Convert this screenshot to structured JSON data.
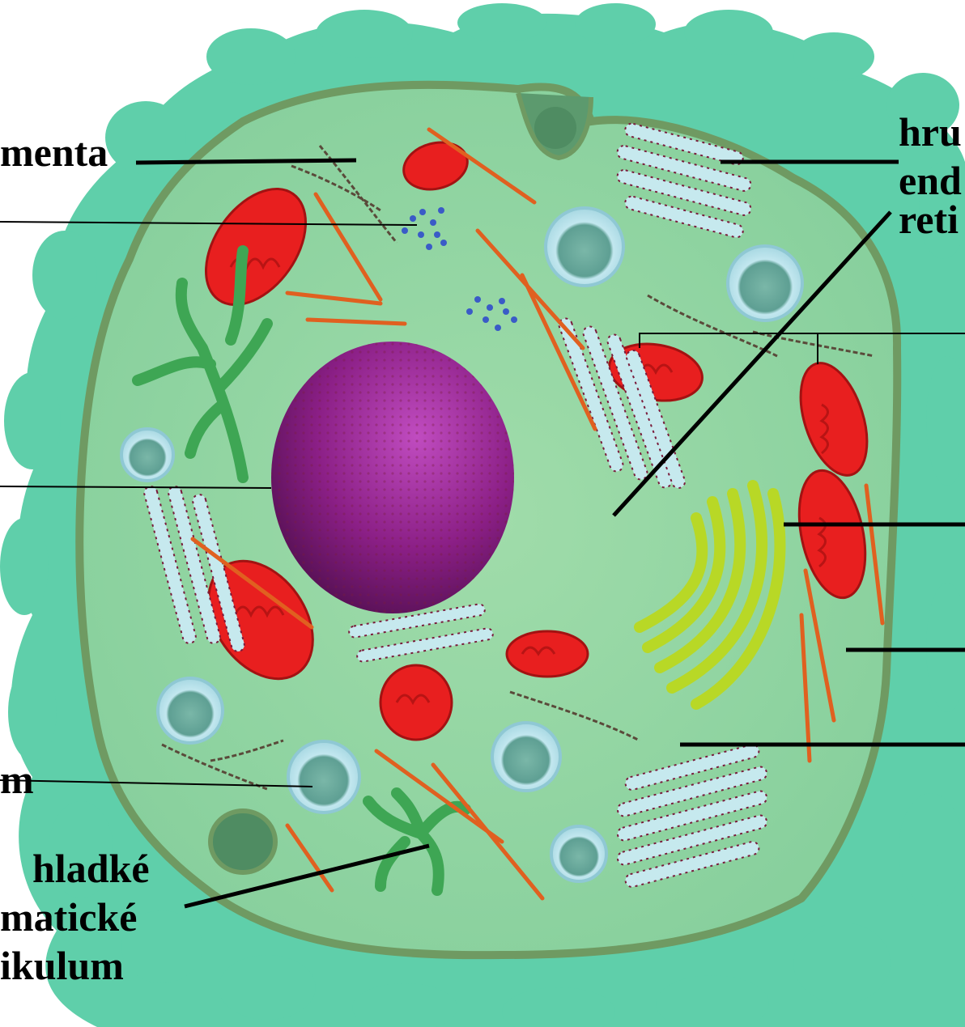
{
  "labels": {
    "filamenta": "menta",
    "rough_er_line1": "hru",
    "rough_er_line2": "end",
    "rough_er_line3": "reti",
    "vesicle": "m",
    "smooth_er_line1": "hladké",
    "smooth_er_line2": "matické",
    "smooth_er_line3": "ikulum"
  },
  "colors": {
    "background": "#ffffff",
    "cell_outer": "#5fcfaa",
    "cell_inner": "#92d8a6",
    "membrane": "#6f9a62",
    "nucleus": "#8b1f86",
    "mitochondria": "#e81f1f",
    "golgi": "#b8d826",
    "smooth_er": "#3ea654",
    "rough_er": "#c6e9ee",
    "ribosome": "#7a1b3b",
    "vesicle": "#b6e2ea",
    "microtubule": "#e06020",
    "leader_line": "#000000"
  }
}
